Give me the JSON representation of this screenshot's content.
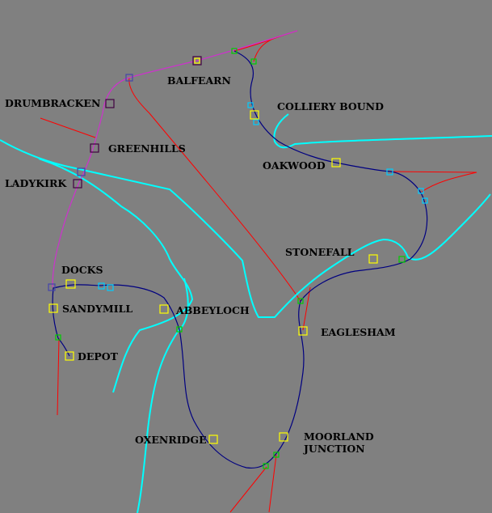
{
  "colors": {
    "background": "#808080",
    "main_line": "#000080",
    "magenta_line": "#cc33cc",
    "red_line": "#ff0000",
    "cyan_line": "#00ffff",
    "station_yellow": "#ffff00",
    "station_dark": "#400040",
    "junction_green": "#00cc00",
    "junction_cyan": "#00ccff",
    "junction_blue": "#4444aa"
  },
  "stations": {
    "balfearn": "BALFEARN",
    "drumbracken": "DRUMBRACKEN",
    "greenhills": "GREENHILLS",
    "ladykirk": "LADYKIRK",
    "colliery_bound": "COLLIERY BOUND",
    "oakwood": "OAKWOOD",
    "stonefall": "STONEFALL",
    "docks": "DOCKS",
    "sandymill": "SANDYMILL",
    "abbeyloch": "ABBEYLOCH",
    "depot": "DEPOT",
    "eaglesham": "EAGLESHAM",
    "oxenridge": "OXENRIDGE",
    "moorland_junction_line1": "MOORLAND",
    "moorland_junction_line2": "JUNCTION"
  }
}
